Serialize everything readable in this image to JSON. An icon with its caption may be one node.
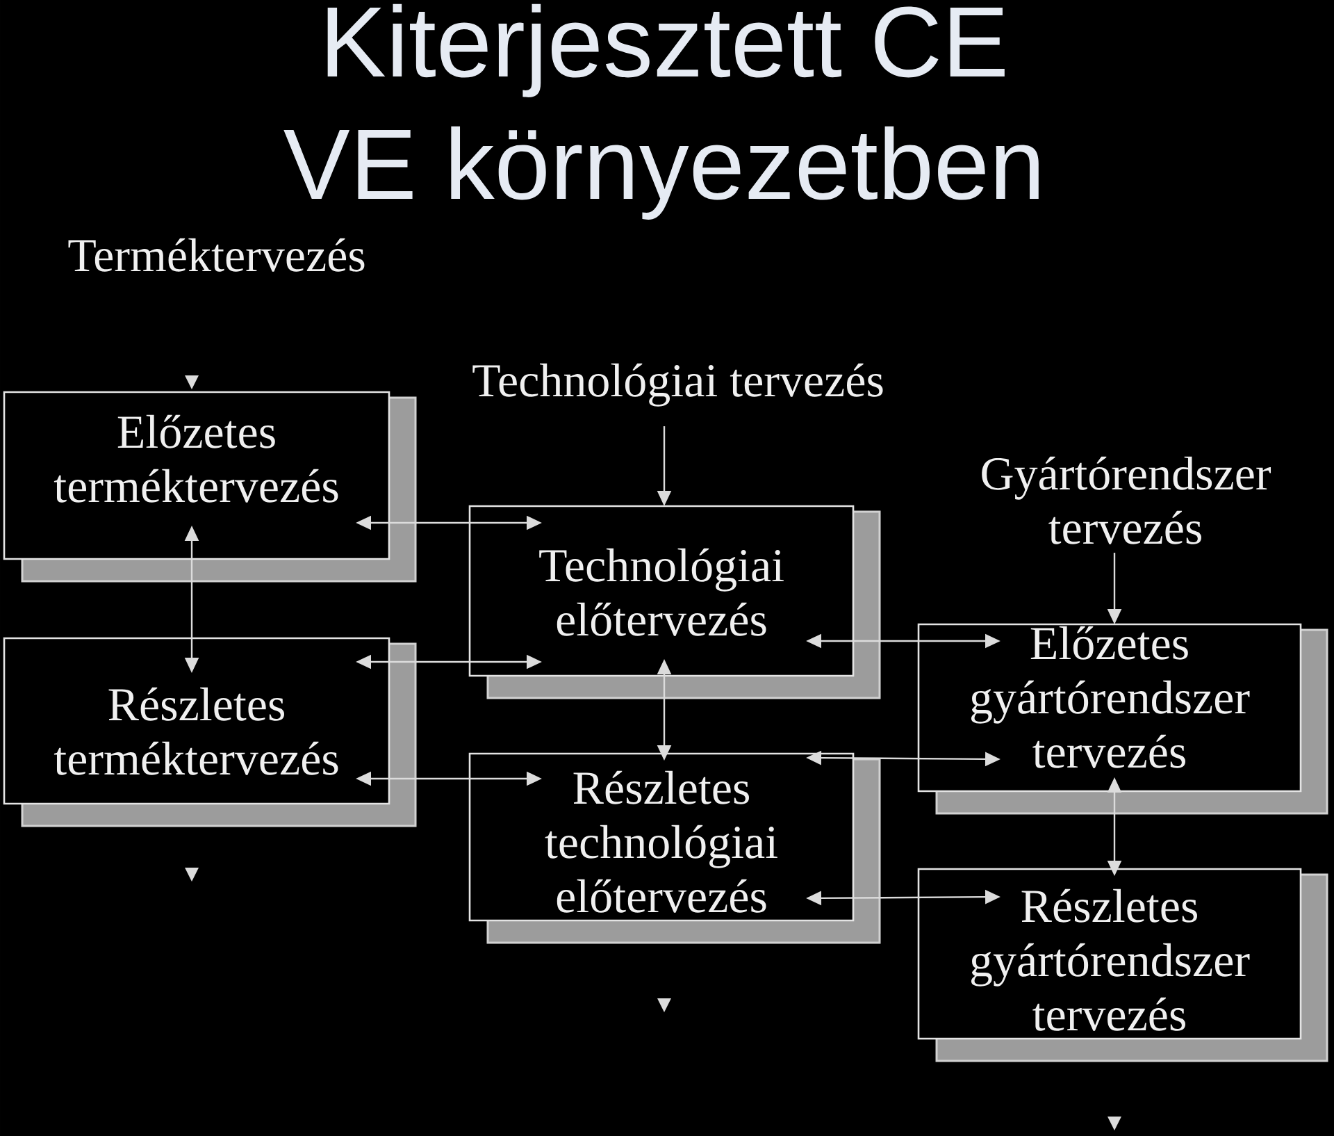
{
  "diagram": {
    "title": "Kiterjesztett CE VE környezetben",
    "nodes": [
      {
        "text": [
          "Előzetes terméktervezés"
        ]
      },
      {
        "text": [
          "Részletes terméktervezés"
        ]
      },
      {
        "text": [
          "Technológiai tervezés"
        ]
      },
      {
        "text": [
          "Technológiai előtervezés"
        ]
      },
      {
        "text": [
          "Részletes technológiai előtervezés"
        ]
      },
      {
        "text": [
          "Gyártórendszer tervezés"
        ]
      },
      {
        "text": [
          "Előzetes gyártórendszer tervezés"
        ]
      },
      {
        "text": [
          "Részletes gyártórendszer tervezés"
        ]
      }
    ],
    "edges": [
      {
        "from": 0,
        "to": 1,
        "arrow": "both"
      },
      {
        "from": 0,
        "to": 3,
        "arrow": "both"
      },
      {
        "from": 1,
        "to": 3,
        "arrow": "both"
      },
      {
        "from": 1,
        "to": 4,
        "arrow": "both"
      },
      {
        "from": 2,
        "to": 3,
        "arrow": "to"
      },
      {
        "from": 3,
        "to": 4,
        "arrow": "both"
      },
      {
        "from": 3,
        "to": 6,
        "arrow": "both"
      },
      {
        "from": 4,
        "to": 6,
        "arrow": "both"
      },
      {
        "from": 4,
        "to": 7,
        "arrow": "both"
      },
      {
        "from": 5,
        "to": 6,
        "arrow": "to"
      },
      {
        "from": 6,
        "to": 7,
        "arrow": "both"
      }
    ],
    "labels": [
      "Terméktervezés"
    ]
  }
}
